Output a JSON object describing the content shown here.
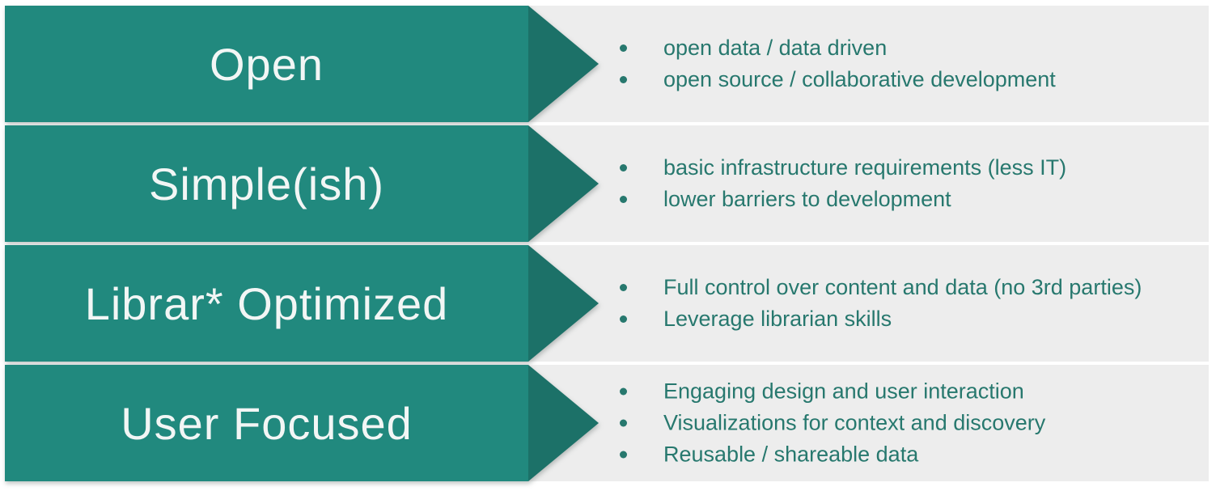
{
  "slide": {
    "colors": {
      "banner_rect": "#21897E",
      "banner_arrowhead": "#1C7168",
      "panel_background": "#EDEDED",
      "bullet_text": "#27786E",
      "banner_label_text": "#F2F6F5",
      "page_background": "#FFFFFF"
    },
    "rows": [
      {
        "label": "Open",
        "bullets": [
          "open data / data driven",
          "open source / collaborative development"
        ]
      },
      {
        "label": "Simple(ish)",
        "bullets": [
          "basic infrastructure requirements (less IT)",
          "lower barriers to development"
        ]
      },
      {
        "label": "Librar* Optimized",
        "bullets": [
          "Full control over content and data (no 3rd parties)",
          "Leverage librarian skills"
        ]
      },
      {
        "label": "User Focused",
        "bullets": [
          "Engaging design and user interaction",
          "Visualizations for context and discovery",
          "Reusable / shareable data"
        ]
      }
    ]
  }
}
